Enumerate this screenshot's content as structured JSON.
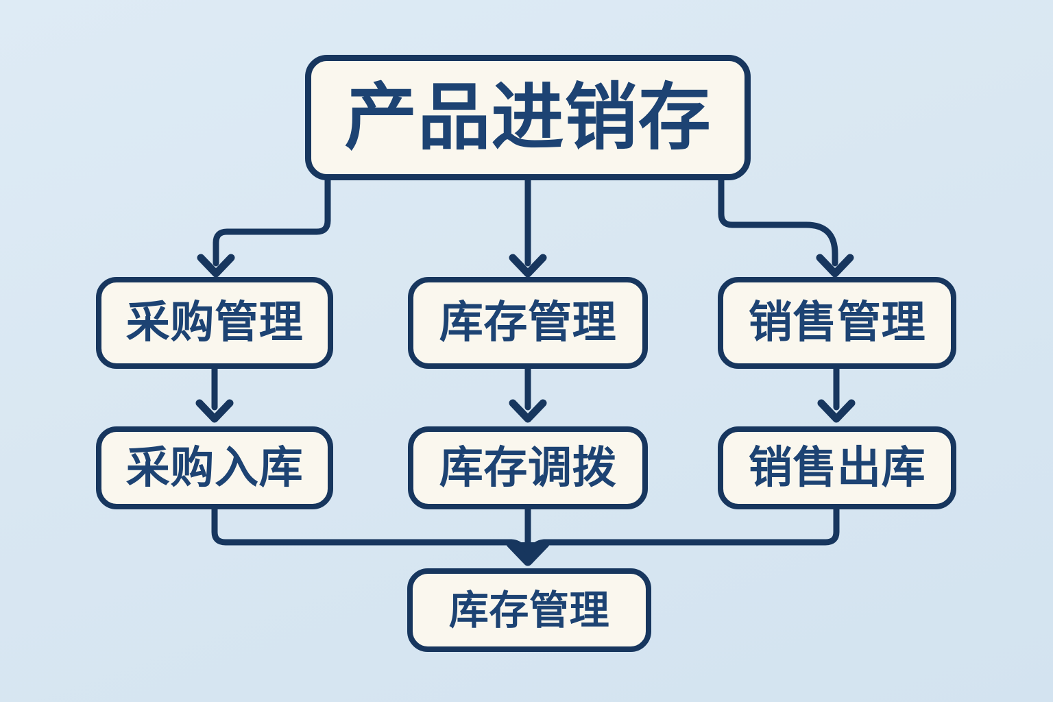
{
  "diagram": {
    "nodes": {
      "root": {
        "label": "产品进销存"
      },
      "purchase": {
        "label": "采购管理"
      },
      "inventory": {
        "label": "库存管理"
      },
      "sales": {
        "label": "销售管理"
      },
      "purchase_in": {
        "label": "采购入库"
      },
      "transfer": {
        "label": "库存调拨"
      },
      "sales_out": {
        "label": "销售出库"
      },
      "final": {
        "label": "库存管理"
      }
    },
    "edges": [
      {
        "from": "产品进销存",
        "to": "采购管理"
      },
      {
        "from": "产品进销存",
        "to": "库存管理"
      },
      {
        "from": "产品进销存",
        "to": "销售管理"
      },
      {
        "from": "采购管理",
        "to": "采购入库"
      },
      {
        "from": "库存管理",
        "to": "库存调拨"
      },
      {
        "from": "销售管理",
        "to": "销售出库"
      },
      {
        "from": "采购入库",
        "to": "库存管理"
      },
      {
        "from": "库存调拨",
        "to": "库存管理"
      },
      {
        "from": "销售出库",
        "to": "库存管理"
      }
    ],
    "colors": {
      "background": "#d9e7f2",
      "node_fill": "#faf7ee",
      "line": "#17365e",
      "text": "#1d4373"
    }
  }
}
